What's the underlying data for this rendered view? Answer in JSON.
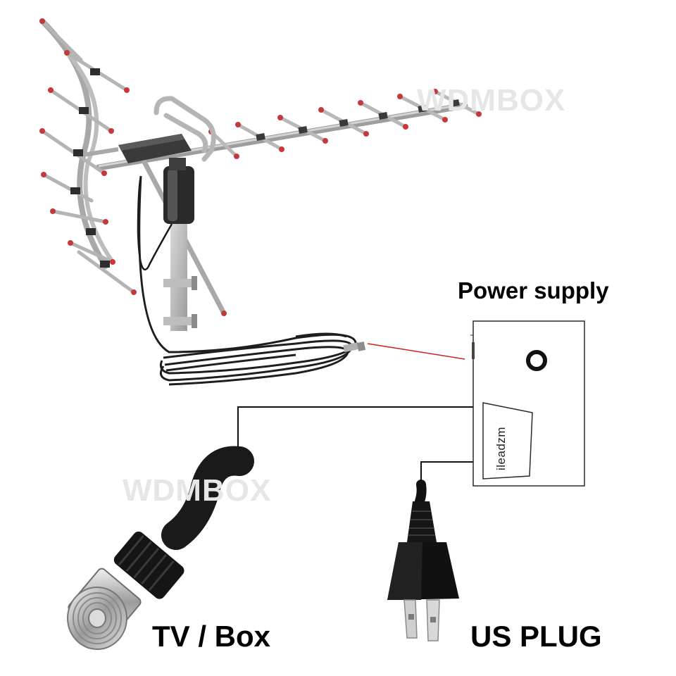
{
  "labels": {
    "power_supply": "Power supply",
    "tv_box": "TV / Box",
    "us_plug": "US PLUG"
  },
  "watermarks": [
    "WDMBOX",
    "WDMBOX"
  ],
  "brand_text": "ileadzm",
  "colors": {
    "antenna_frame": "#b9b9b9",
    "element_tip": "#c23a3a",
    "cable": "#1a1a1a",
    "connector_line": "#d02020",
    "box_outline": "#2a2a2a",
    "watermark": "#e6e6e6"
  },
  "icons": {
    "antenna": "yagi-antenna-icon",
    "coax_plug": "f-connector-icon",
    "power_plug": "us-power-plug-icon",
    "power_box": "power-supply-box-icon"
  }
}
